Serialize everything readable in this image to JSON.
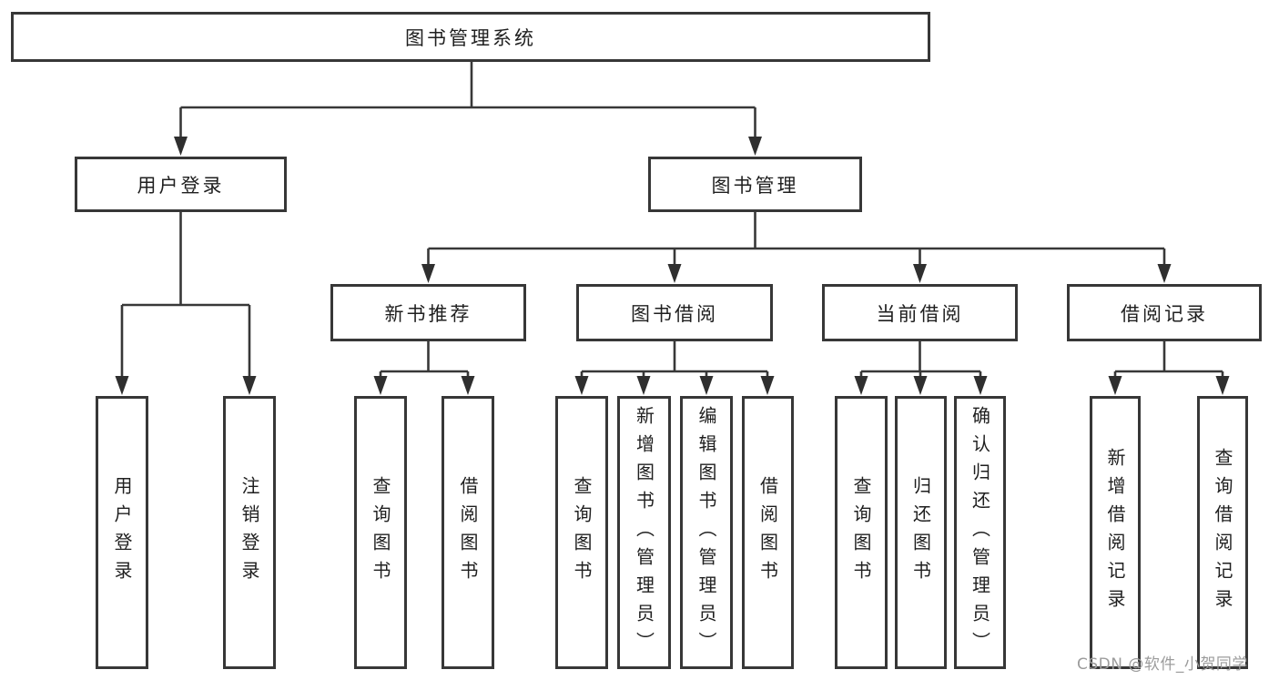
{
  "diagram": {
    "type": "hierarchy-function-structure",
    "colors": {
      "line": "#383838",
      "box_border": "#373737",
      "box_fill": "#ffffff",
      "text": "#1f1f1f",
      "watermark": "#9c9c9c",
      "background": "#ffffff"
    },
    "tree": {
      "label": "图书管理系统",
      "children": [
        {
          "label": "用户登录",
          "children": [
            {
              "label": "用户登录"
            },
            {
              "label": "注销登录"
            }
          ]
        },
        {
          "label": "图书管理",
          "children": [
            {
              "label": "新书推荐",
              "children": [
                {
                  "label": "查询图书"
                },
                {
                  "label": "借阅图书"
                }
              ]
            },
            {
              "label": "图书借阅",
              "children": [
                {
                  "label": "查询图书"
                },
                {
                  "label": "新增图书（管理员）"
                },
                {
                  "label": "编辑图书（管理员）"
                },
                {
                  "label": "借阅图书"
                }
              ]
            },
            {
              "label": "当前借阅",
              "children": [
                {
                  "label": "查询图书"
                },
                {
                  "label": "归还图书"
                },
                {
                  "label": "确认归还（管理员）"
                }
              ]
            },
            {
              "label": "借阅记录",
              "children": [
                {
                  "label": "新增借阅记录"
                },
                {
                  "label": "查询借阅记录"
                }
              ]
            }
          ]
        }
      ]
    }
  },
  "watermark": {
    "text": "CSDN @软件_小贺同学"
  }
}
